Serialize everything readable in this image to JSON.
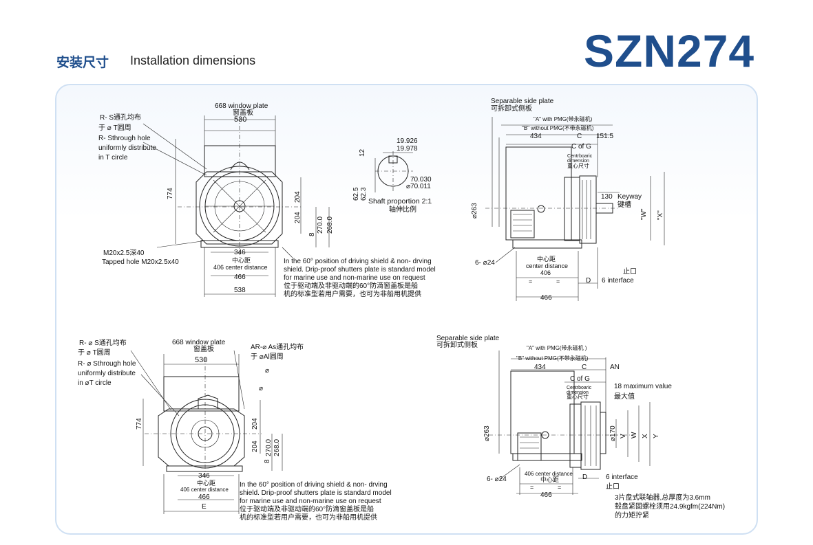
{
  "header": {
    "title_cn": "安装尺寸",
    "title_en": "Installation dimensions",
    "model": "SZN274"
  },
  "top_front": {
    "window_plate_en": "668 window plate",
    "window_plate_cn": "窗盖板",
    "dim_530": "530",
    "note_cn_1": "R-   S通孔均布",
    "note_cn_2": "于 ⌀ T圆周",
    "note_en_1": "R-    Sthrough hole",
    "note_en_2": "uniformly distribute",
    "note_en_3": "in     T circle",
    "dim_774": "774",
    "dim_204a": "204",
    "dim_204b": "204",
    "dim_8": "8",
    "dim_270": "270.0",
    "dim_268": "268.0",
    "tap_cn": "M20x2.5深40",
    "tap_en": "Tapped hole M20x2.5x40",
    "dim_346": "346",
    "center_cn": "中心距",
    "center_en": "406  center  distance",
    "dim_466": "466",
    "dim_538": "538"
  },
  "shaft": {
    "d1": "19.926",
    "d2": "19.978",
    "d12": "12",
    "d3": "70.030",
    "d4": "⌀70.011",
    "d5": "62.5",
    "d6": "62.3",
    "label_en": "Shaft proportion 2:1",
    "label_cn": "轴伸比例"
  },
  "top_note": {
    "l1": "In the 60° position of driving shield & non- drving",
    "l2": "shield. Drip-proof shutters plate is  standard model",
    "l3": "for marine use and  non-marine use on request",
    "l4": "位于驱动端及非驱动端的60°防滴窗盖板是船",
    "l5": "机的标准型若用户需要，也可为非船用机提供"
  },
  "top_side": {
    "plate_en": "Separable side plate",
    "plate_cn": "可拆卸式侧板",
    "a_pmg": "\"A\"  with PMG(带永磁机)",
    "b_pmg": "\"B\"  without PMG(不带永磁机)",
    "dim_434": "434",
    "dim_c": "C",
    "dim_151": "151.5",
    "cofg": "C of G",
    "cent1": "Centrboaric",
    "cent2": "dimension",
    "cent3": "重心尺寸",
    "keyway_dim": "130",
    "keyway_en": "Keyway",
    "keyway_cn": "键槽",
    "w": "\"W\"",
    "x": "\"X\"",
    "dia263": "⌀263",
    "holes": "6- ⌀24",
    "cd_cn": "中心距",
    "cd_en": "center distance",
    "dim_406": "406",
    "eq1": "=",
    "eq2": "=",
    "d": "D",
    "interface_cn": "止口",
    "interface_en": "6  interface",
    "dim_466": "466"
  },
  "bottom_front": {
    "note_cn_1": "R- ⌀ S通孔均布",
    "note_cn_2": "于 ⌀ T圆周",
    "note_en_1": "R- ⌀ Sthrough hole",
    "note_en_2": "uniformly distribute",
    "note_en_3": "in  ⌀T circle",
    "window_plate_en": "668 window plate",
    "window_plate_cn": "窗盖板",
    "dim_530": "530",
    "ar_cn": "AR-⌀ As通孔均布",
    "ar_cn2": "于 ⌀Al圆周",
    "phi1": "⌀",
    "phi2": "⌀",
    "dim_774": "774",
    "dim_204a": "204",
    "dim_204b": "204",
    "dim_8": "8",
    "dim_270": "270.0",
    "dim_268": "268.0",
    "dim_346": "346",
    "center_cn": "中心距",
    "center_en": "406  center  distance",
    "dim_466": "466",
    "dim_e": "E"
  },
  "bottom_note": {
    "l1": "In the 60° position of driving shield & non- drving",
    "l2": "shield. Drip-proof shutters plate is  standard model",
    "l3": "for marine use and  non-marine use on request",
    "l4": "位于驱动端及非驱动端的60°防滴窗盖板是船",
    "l5": "机的标准型若用户需要，也可为非船用机提供"
  },
  "bottom_side": {
    "plate_en": "Separable side plate",
    "plate_cn": "可拆卸式侧板",
    "a_pmg": "\"A\"  with PMG(带永磁机 )",
    "b_pmg": "\"B\"  without PMG(不带永磁机)",
    "dim_434": "434",
    "dim_c": "C",
    "an": "AN",
    "cofg": "C of G",
    "cent1": "Centrboaric",
    "cent2": "dimension",
    "cent3": "重心尺寸",
    "max_en": "18  maximum value",
    "max_cn": "最大值",
    "dia263": "⌀263",
    "dia170": "⌀170",
    "v": "V",
    "w": "W",
    "x": "X",
    "y": "Y",
    "holes": "6- ⌀24",
    "cd_en": "406 center distance",
    "cd_cn": "中心距",
    "eq1": "=",
    "eq2": "=",
    "d": "D",
    "interface_en": "6  interface",
    "interface_cn": "止口",
    "dim_466": "466",
    "disc1": "3片盘式联轴器,总厚度为3.6mm",
    "disc2": "毂盘紧固螺栓须用24.9kgfm(224Nm)",
    "disc3": "的力矩拧紧"
  }
}
